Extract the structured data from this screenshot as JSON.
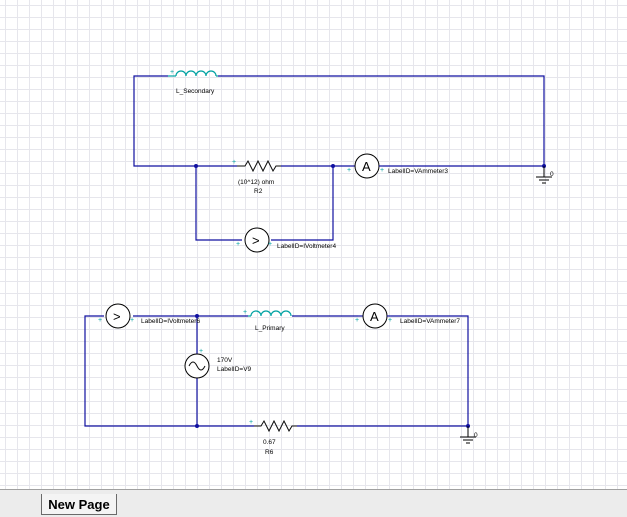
{
  "schematic": {
    "upper": {
      "inductor_label": "L_Secondary",
      "resistor_value": "(10^12) ohm",
      "resistor_label": "R2",
      "ammeter_label": "LabelID=VAmmeter3",
      "voltmeter_label": "LabelID=IVoltmeter4",
      "ground_label": "0"
    },
    "lower": {
      "voltmeter_label": "LabelID=IVoltmeter6",
      "inductor_label": "L_Primary",
      "ammeter_label": "LabelID=VAmmeter7",
      "source_value": "170V",
      "source_label": "LabelID=V9",
      "resistor_value": "0.67",
      "resistor_label": "R6",
      "ground_label": "0"
    },
    "symbols": {
      "ammeter": "A",
      "voltmeter": ">",
      "pin": "+",
      "ac_source": "~"
    }
  },
  "tabs": [
    {
      "label": "New Page",
      "active": true
    }
  ],
  "colors": {
    "wire": "#1010a0",
    "coil": "#00a2a2",
    "grid": "#e6e6ec"
  }
}
